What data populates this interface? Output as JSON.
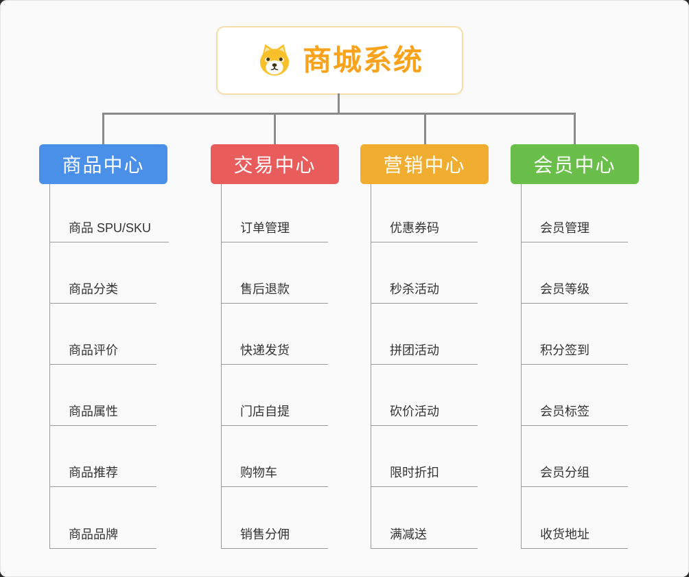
{
  "root": {
    "title": "商城系统",
    "title_color": "#f9a31c",
    "border_color": "#f6dda6",
    "icon": "shiba-dog-icon"
  },
  "branches": [
    {
      "label": "商品中心",
      "color": "#4a90e9",
      "items": [
        "商品 SPU/SKU",
        "商品分类",
        "商品评价",
        "商品属性",
        "商品推荐",
        "商品品牌"
      ]
    },
    {
      "label": "交易中心",
      "color": "#e85c5c",
      "items": [
        "订单管理",
        "售后退款",
        "快递发货",
        "门店自提",
        "购物车",
        "销售分佣"
      ]
    },
    {
      "label": "营销中心",
      "color": "#f0ad2f",
      "items": [
        "优惠券码",
        "秒杀活动",
        "拼团活动",
        "砍价活动",
        "限时折扣",
        "满减送"
      ]
    },
    {
      "label": "会员中心",
      "color": "#6abf4b",
      "items": [
        "会员管理",
        "会员等级",
        "积分签到",
        "会员标签",
        "会员分组",
        "收货地址"
      ]
    }
  ]
}
